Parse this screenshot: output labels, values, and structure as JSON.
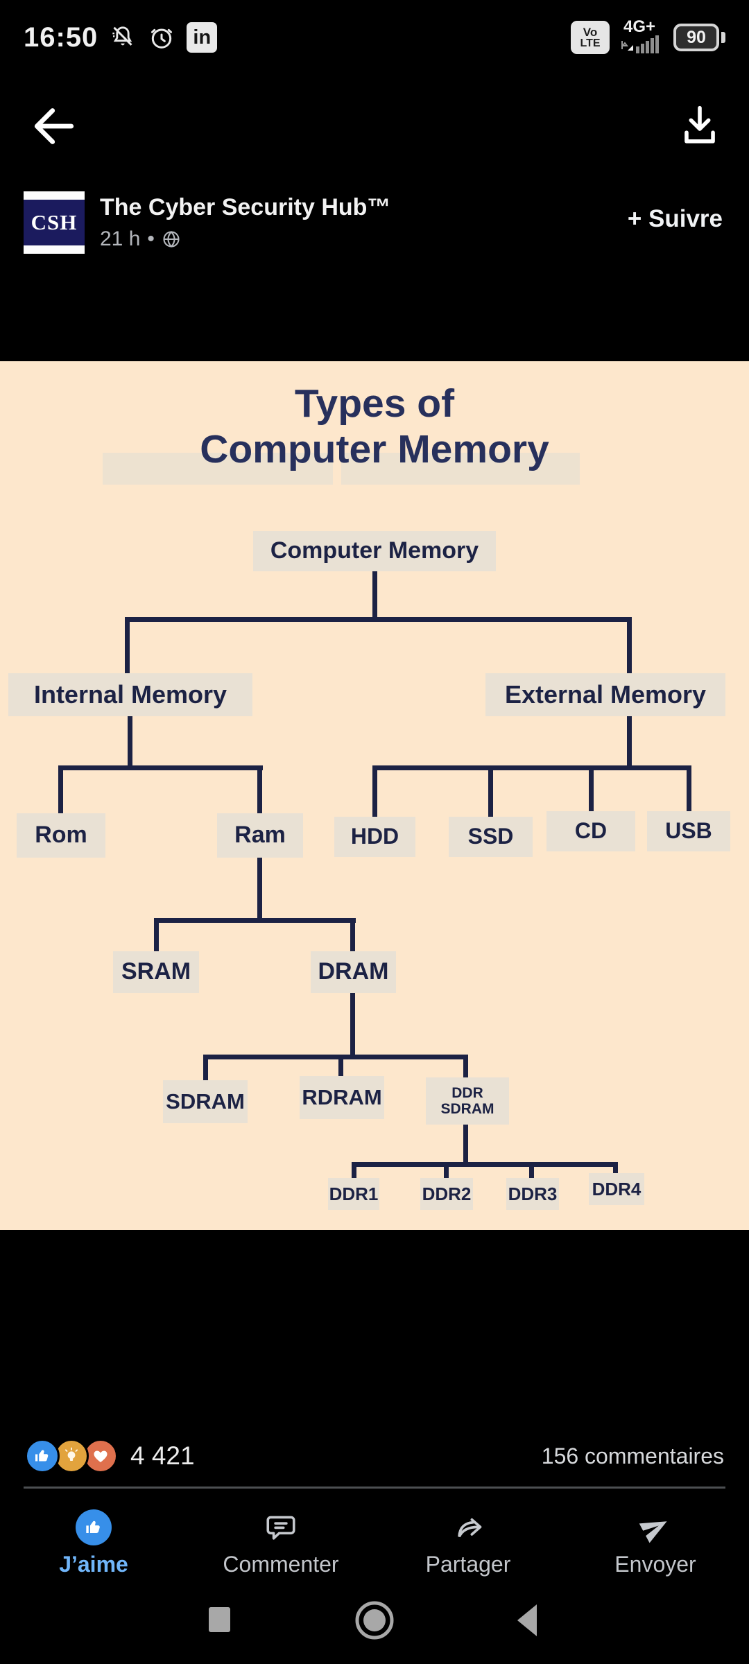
{
  "status_bar": {
    "time": "16:50",
    "linkedin_badge": "in",
    "volte_line1": "Vo",
    "volte_line2": "LTE",
    "network": "4G+",
    "battery": "90"
  },
  "post": {
    "author": "The Cyber Security Hub™",
    "avatar_text": "CSH",
    "time_ago": "21 h",
    "dot": "•",
    "follow_label": "+ Suivre"
  },
  "diagram": {
    "title_line1": "Types of",
    "title_line2": "Computer Memory",
    "nodes": {
      "root": "Computer Memory",
      "internal": "Internal Memory",
      "external": "External Memory",
      "rom": "Rom",
      "ram": "Ram",
      "hdd": "HDD",
      "ssd": "SSD",
      "cd": "CD",
      "usb": "USB",
      "sram": "SRAM",
      "dram": "DRAM",
      "sdram": "SDRAM",
      "rdram": "RDRAM",
      "ddr_sdram": "DDR SDRAM",
      "ddr1": "DDR1",
      "ddr2": "DDR2",
      "ddr3": "DDR3",
      "ddr4": "DDR4"
    },
    "colors": {
      "background": "#fde7cc",
      "node_background": "#e9e1d4",
      "ink": "#1c2244",
      "title": "#27305c"
    }
  },
  "engagement": {
    "reaction_count": "4 421",
    "comments_label": "156 commentaires",
    "reactions": [
      "like",
      "insightful",
      "love"
    ]
  },
  "action_bar": {
    "like": "J’aime",
    "comment": "Commenter",
    "share": "Partager",
    "send": "Envoyer"
  },
  "colors": {
    "like_active_blue": "#70b5f9",
    "reaction_like": "#378fe9",
    "reaction_insightful": "#e2a33d",
    "reaction_love": "#df704d"
  }
}
